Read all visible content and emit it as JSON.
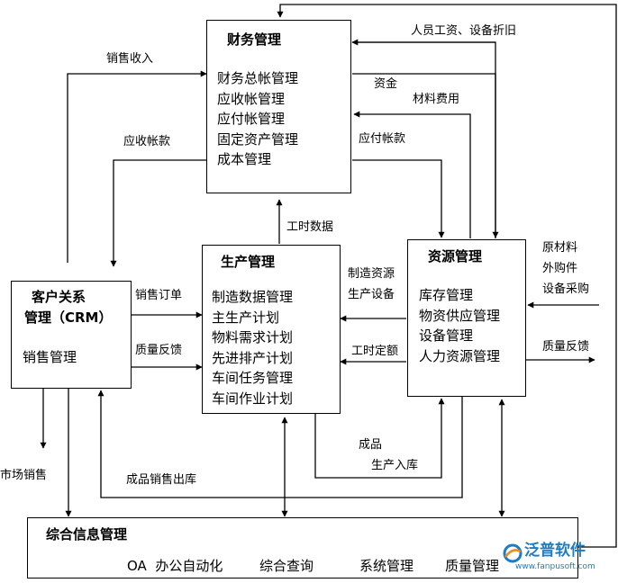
{
  "nodes": {
    "finance": {
      "title": "财务管理",
      "items": [
        "财务总帐管理",
        "应收帐管理",
        "应付帐管理",
        "固定资产管理",
        "成本管理"
      ]
    },
    "production": {
      "title": "生产管理",
      "items": [
        "制造数据管理",
        "主生产计划",
        "物料需求计划",
        "先进排产计划",
        "车间任务管理",
        "车间作业计划"
      ]
    },
    "resource": {
      "title": "资源管理",
      "items": [
        "库存管理",
        "物资供应管理",
        "设备管理",
        "人力资源管理"
      ]
    },
    "crm": {
      "title_line1": "客户关系",
      "title_line2": "管理（CRM）",
      "items": [
        "销售管理"
      ]
    },
    "info": {
      "title": "综合信息管理",
      "items": [
        "OA  办公自动化",
        "综合查询",
        "系统管理",
        "质量管理"
      ]
    }
  },
  "edges": {
    "sales_income": "销售收入",
    "receivable": "应收帐款",
    "personnel_salary": "人员工资、设备折旧",
    "capital": "资金",
    "material_cost": "材料费用",
    "payable": "应付帐款",
    "work_hours": "工时数据",
    "raw_material": "原材料",
    "outsourcing": "外购件",
    "equipment_purchase": "设备采购",
    "sales_order": "销售订单",
    "mfg_resource_1": "制造资源",
    "mfg_resource_2": "生产设备",
    "quality_feedback_left": "质量反馈",
    "work_quota": "工时定额",
    "quality_feedback_right": "质量反馈",
    "market_sales": "市场销售",
    "finished_goods": "成品",
    "production_in": "生产入库",
    "product_sales_out": "成品销售出库"
  },
  "logo": {
    "name": "泛普软件",
    "url": "www.fanpusoft.com"
  },
  "colors": {
    "line": "#000000",
    "logo_blue": "#1f7bc2",
    "logo_orange": "#f08a1c"
  }
}
